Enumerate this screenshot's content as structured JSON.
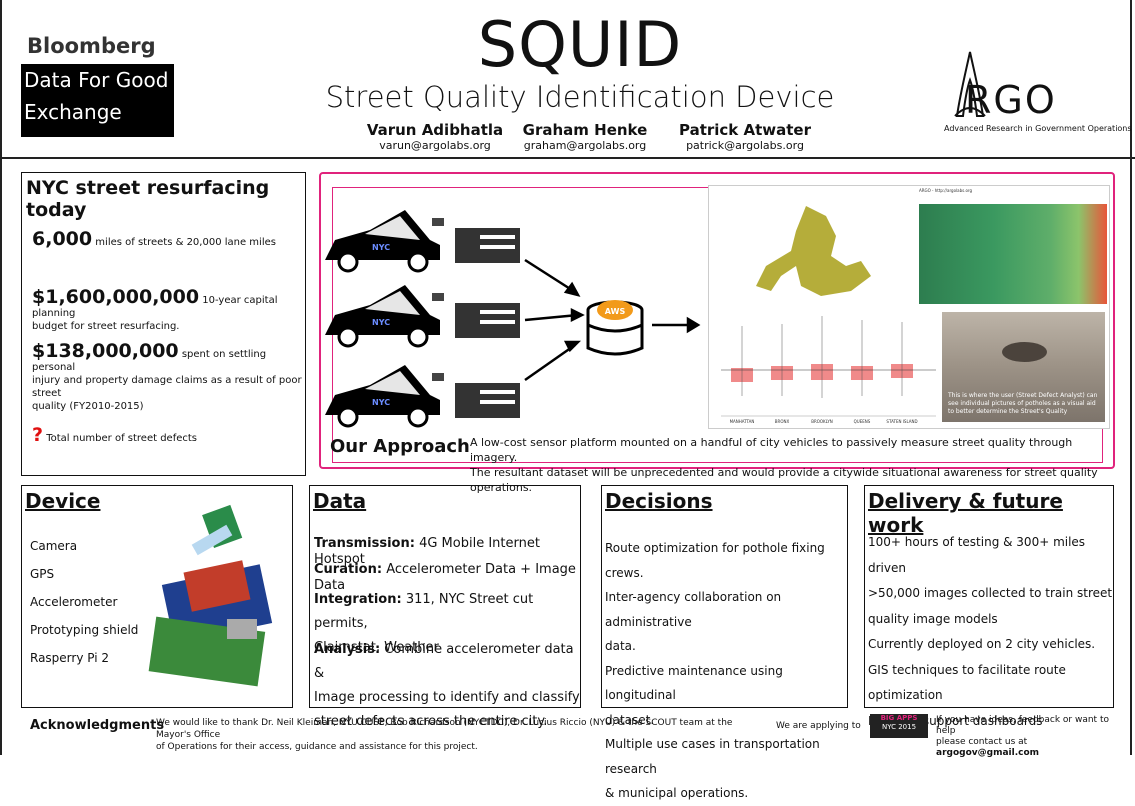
{
  "header": {
    "org_name": "Bloomberg",
    "org_line1": "Data For Good",
    "org_line2": "Exchange",
    "title": "SQUID",
    "subtitle": "Street Quality Identification Device",
    "authors": [
      {
        "name": "Varun Adibhatla",
        "email": "varun@argolabs.org"
      },
      {
        "name": "Graham Henke",
        "email": "graham@argolabs.org"
      },
      {
        "name": "Patrick Atwater",
        "email": "patrick@argolabs.org"
      }
    ],
    "logo_text": "RGO",
    "logo_sub": "Advanced Research in Government Operations"
  },
  "nyc": {
    "title": "NYC street resurfacing today",
    "stat1_value": "6,000",
    "stat1_text": "miles of streets & 20,000 lane miles",
    "stat2_value": "$1,600,000,000",
    "stat2_text_a": "10-year capital planning",
    "stat2_text_b": "budget for street resurfacing.",
    "stat3_value": "$138,000,000",
    "stat3_text_a": "spent on settling personal",
    "stat3_text_b": "injury and property damage claims as a result of poor street",
    "stat3_text_c": "quality (FY2010-2015)",
    "stat4_value": "?",
    "stat4_text": "Total number of street defects"
  },
  "approach": {
    "title": "Our Approach",
    "line1": "A low-cost sensor platform mounted on a handful of city vehicles to passively measure street quality through imagery.",
    "line2": "The resultant dataset will be unprecedented and would provide a citywide situational awareness for street quality operations.",
    "car_label": "NYC",
    "cloud_label": "AWS",
    "dash_title": "ARGO - http://argolabs.org",
    "dash_photo_caption": "This is where the user (Street Defect Analyst) can see individual pictures of potholes as a visual aid to better determine the Street's Quality",
    "boroughs": [
      "MANHATTAN",
      "BRONX",
      "BROOKLYN",
      "QUEENS",
      "STATEN ISLAND"
    ]
  },
  "device": {
    "title": "Device",
    "items": [
      "Camera",
      "GPS",
      "Accelerometer",
      "Prototyping shield",
      "Rasperry Pi 2"
    ]
  },
  "data_panel": {
    "title": "Data",
    "transmission_label": "Transmission:",
    "transmission_text": "4G Mobile Internet Hotspot",
    "curation_label": "Curation:",
    "curation_text": "Accelerometer Data + Image Data",
    "integration_label": "Integration:",
    "integration_text_a": "311, NYC Street cut permits,",
    "integration_text_b": "Claimstat, Weather",
    "analysis_label": "Analysis:",
    "analysis_text_a": "Combine  accelerometer data &",
    "analysis_text_b": "Image processing to identify and classify",
    "analysis_text_c": "street defects across the entire city."
  },
  "decisions": {
    "title": "Decisions",
    "lines": [
      "Route optimization for pothole fixing crews.",
      "Inter-agency collaboration on administrative",
      "data.",
      "Predictive maintenance using longitudinal",
      "dataset.",
      "Multiple use cases in transportation research",
      "& municipal operations."
    ]
  },
  "delivery": {
    "title": "Delivery & future work",
    "lines": [
      "100+ hours of testing & 300+ miles driven",
      ">50,000 images collected to train street",
      "quality image models",
      "Currently deployed on 2 city vehicles.",
      "GIS techniques  to facilitate route",
      "optimization",
      "Decision support dashboards"
    ]
  },
  "footer": {
    "ack_title": "Acknowledgments",
    "ack_line1": "We would like to thank Dr. Neil Kleiman, NYU CUSP, Bob Richardson (NYCTDC), Dr. Lucius Riccio (NYU) & the SCOUT team at the Mayor's Office",
    "ack_line2": "of Operations for their access, guidance and assistance for this project.",
    "apply_text": "We are applying to",
    "bigapps_a": "BIG APPS",
    "bigapps_b": "NYC 2015",
    "contact_a": "If you have ideas, feedback or want to help",
    "contact_b": "please contact us at",
    "contact_email": "argogov@gmail.com"
  },
  "colors": {
    "accent_pink": "#e0237c",
    "map_olive": "#b5ad3a",
    "box_red": "#f08a8a"
  }
}
